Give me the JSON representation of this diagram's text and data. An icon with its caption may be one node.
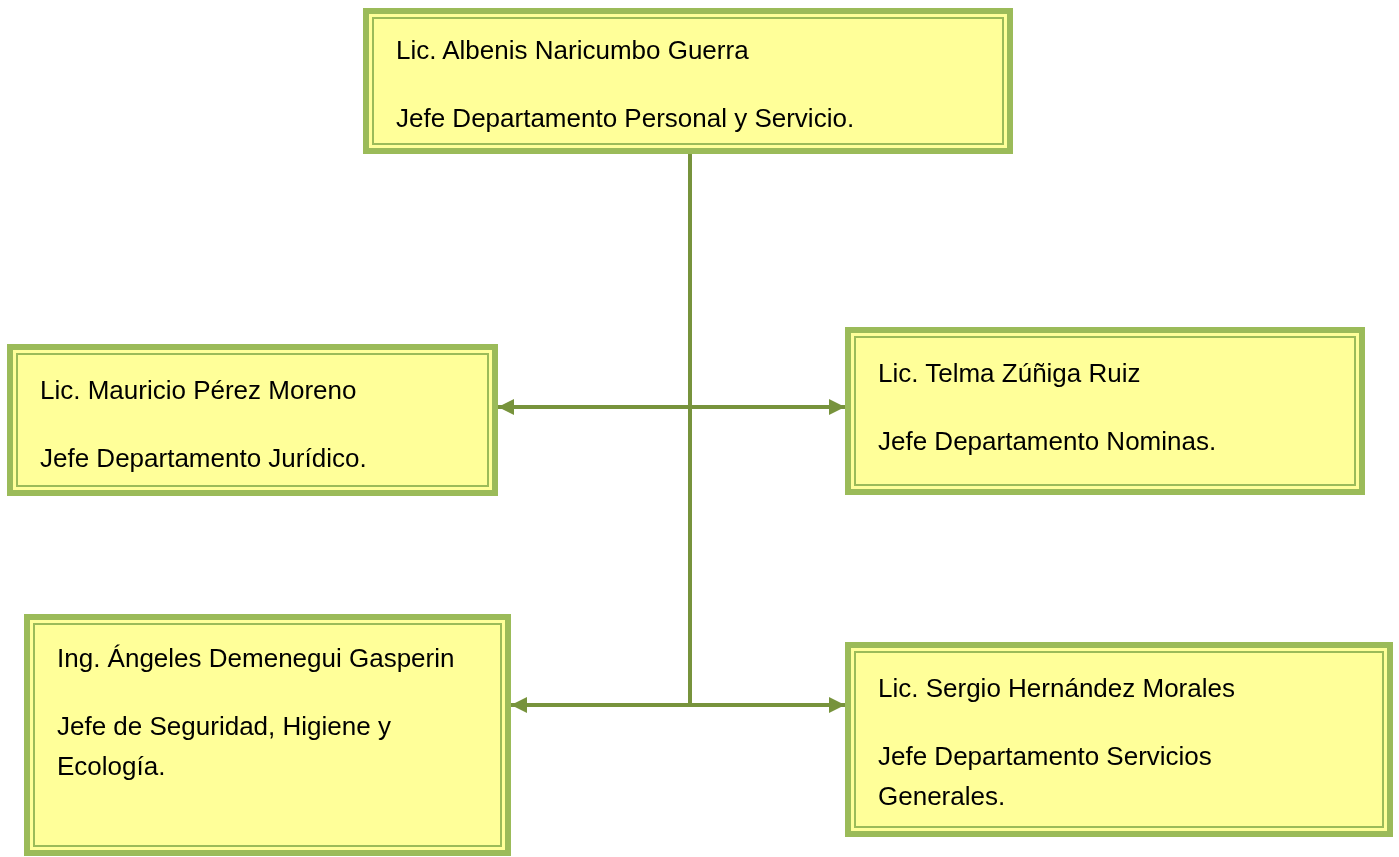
{
  "diagram": {
    "nodes": [
      {
        "text": [
          "Lic. Albenis Naricumbo Guerra",
          "Jefe Departamento Personal y Servicio."
        ]
      },
      {
        "text": [
          "Lic. Mauricio Pérez Moreno",
          "Jefe Departamento Jurídico."
        ]
      },
      {
        "text": [
          "Lic. Telma Zúñiga Ruiz",
          "Jefe Departamento Nominas."
        ]
      },
      {
        "text": [
          "Ing. Ángeles Demenegui Gasperin",
          "Jefe de Seguridad, Higiene y Ecología."
        ]
      },
      {
        "text": [
          "Lic. Sergio Hernández Morales",
          "Jefe Departamento Servicios Generales."
        ]
      }
    ],
    "edges": [
      {
        "from": 0,
        "to": 1,
        "arrow": "to"
      },
      {
        "from": 0,
        "to": 2,
        "arrow": "to"
      },
      {
        "from": 0,
        "to": 3,
        "arrow": "to"
      },
      {
        "from": 0,
        "to": 4,
        "arrow": "to"
      }
    ]
  }
}
